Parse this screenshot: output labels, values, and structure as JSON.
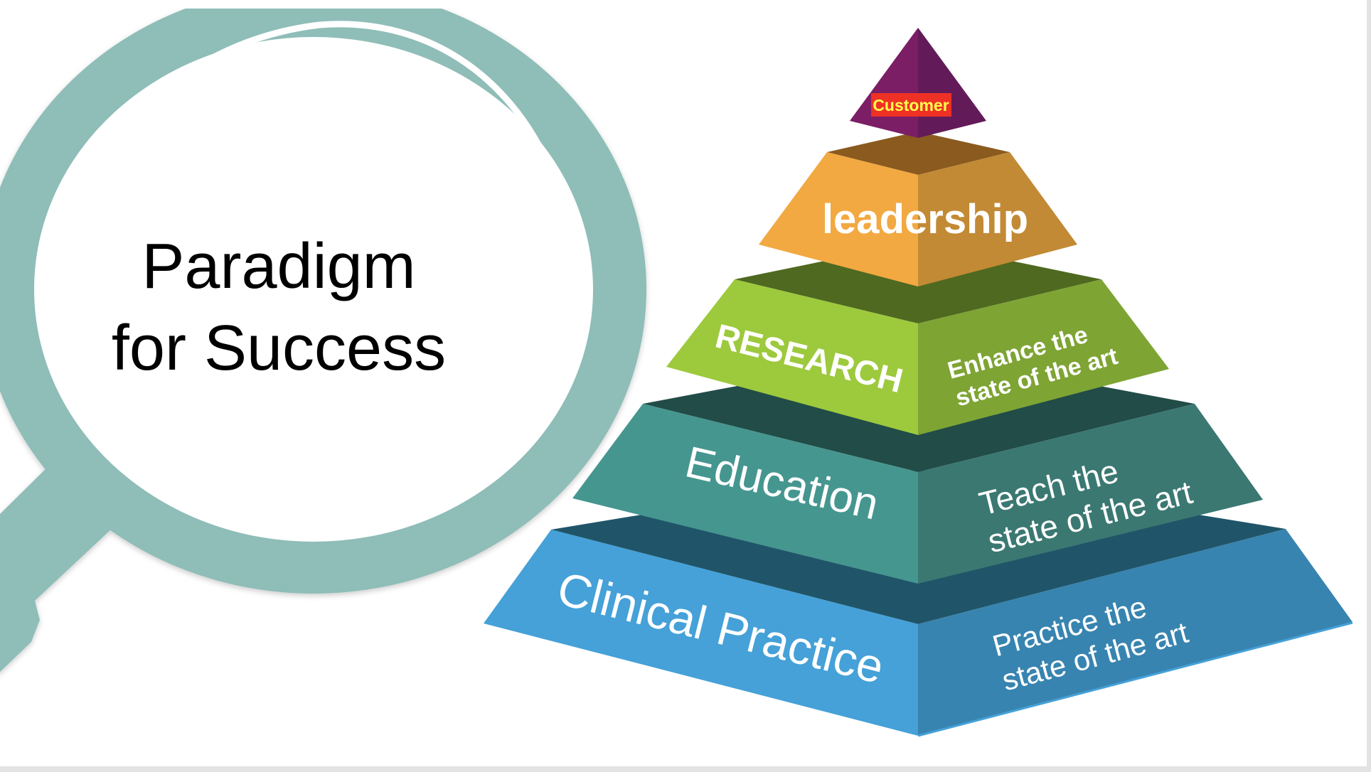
{
  "slide": {
    "title_line1": "Paradigm",
    "title_line2": "for Success"
  },
  "pyramid": {
    "customer": "Customer",
    "leadership": "leadership",
    "research": {
      "label": "RESEARCH",
      "desc_line1": "Enhance the",
      "desc_line2": "state of the art"
    },
    "education": {
      "label": "Education",
      "desc_line1": "Teach the",
      "desc_line2": "state of the art"
    },
    "clinical": {
      "label": "Clinical Practice",
      "desc_line1": "Practice the",
      "desc_line2": "state of the art"
    }
  },
  "icons": {
    "magnifier": "magnifying-glass-icon"
  },
  "colors": {
    "magnifier": "#8fbdb8",
    "customer": "#7b1e65",
    "leadership": "#f2a942",
    "research": "#9dc93d",
    "education": "#469690",
    "clinical": "#45a1d8",
    "customer_label_bg": "#ee3124",
    "customer_label_text": "#ffff4d"
  }
}
